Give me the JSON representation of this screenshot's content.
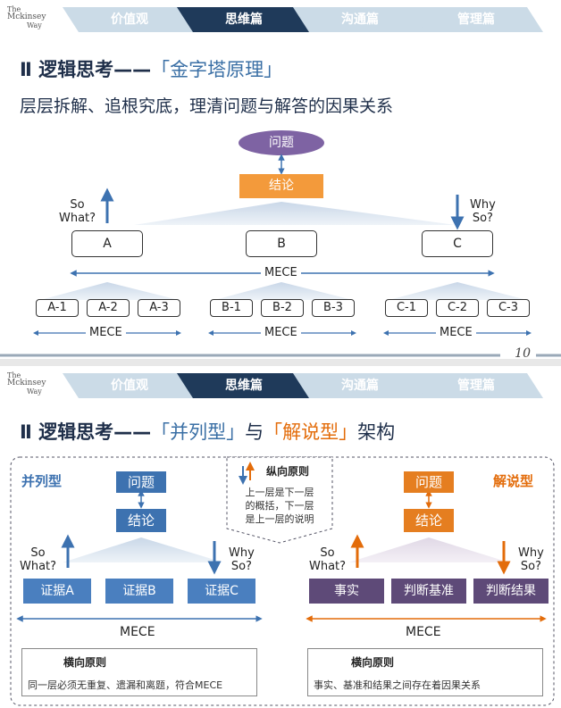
{
  "logo": {
    "line1": "The",
    "line2": "Mckinsey",
    "line3": "Way"
  },
  "nav_tabs": [
    "价值观",
    "思维篇",
    "沟通篇",
    "管理篇"
  ],
  "slide1": {
    "title_main": "Ⅱ 逻辑思考——",
    "title_bracket": "「金字塔原理」",
    "subtitle": "层层拆解、追根究底，理清问题与解答的因果关系",
    "problem": "问题",
    "conclusion": "结论",
    "so_what": "So\nWhat?",
    "why_so": "Why\nSo?",
    "level1": [
      "A",
      "B",
      "C"
    ],
    "level2": [
      "A-1",
      "A-2",
      "A-3",
      "B-1",
      "B-2",
      "B-3",
      "C-1",
      "C-2",
      "C-3"
    ],
    "mece": "MECE",
    "page_number": "10"
  },
  "slide2": {
    "title_main": "Ⅱ 逻辑思考——",
    "title_b1": "「并列型」",
    "title_mid": "与",
    "title_b2": "「解说型」",
    "title_end": "架构",
    "left_title": "并列型",
    "right_title": "解说型",
    "problem": "问题",
    "conclusion": "结论",
    "so_what": "So\nWhat?",
    "why_so": "Why\nSo?",
    "left_items": [
      "证据A",
      "证据B",
      "证据C"
    ],
    "right_items": [
      "事实",
      "判断基准",
      "判断结果"
    ],
    "mece": "MECE",
    "vertical_title": "纵向原则",
    "vertical_text": "上一层是下一层\n的概括，下一层\n是上一层的说明",
    "left_note_title": "横向原则",
    "left_note_text": "同一层必须无重复、遗漏和离题，符合MECE",
    "right_note_title": "横向原则",
    "right_note_text": "事实、基准和结果之间存在着因果关系"
  },
  "colors": {
    "navy": "#1f3a5a",
    "light_tab": "#cbdbe7",
    "blue": "#4a7fbf",
    "orange": "#e57e20",
    "purple": "#5e4a78",
    "problem_purple": "#7e63a3"
  }
}
